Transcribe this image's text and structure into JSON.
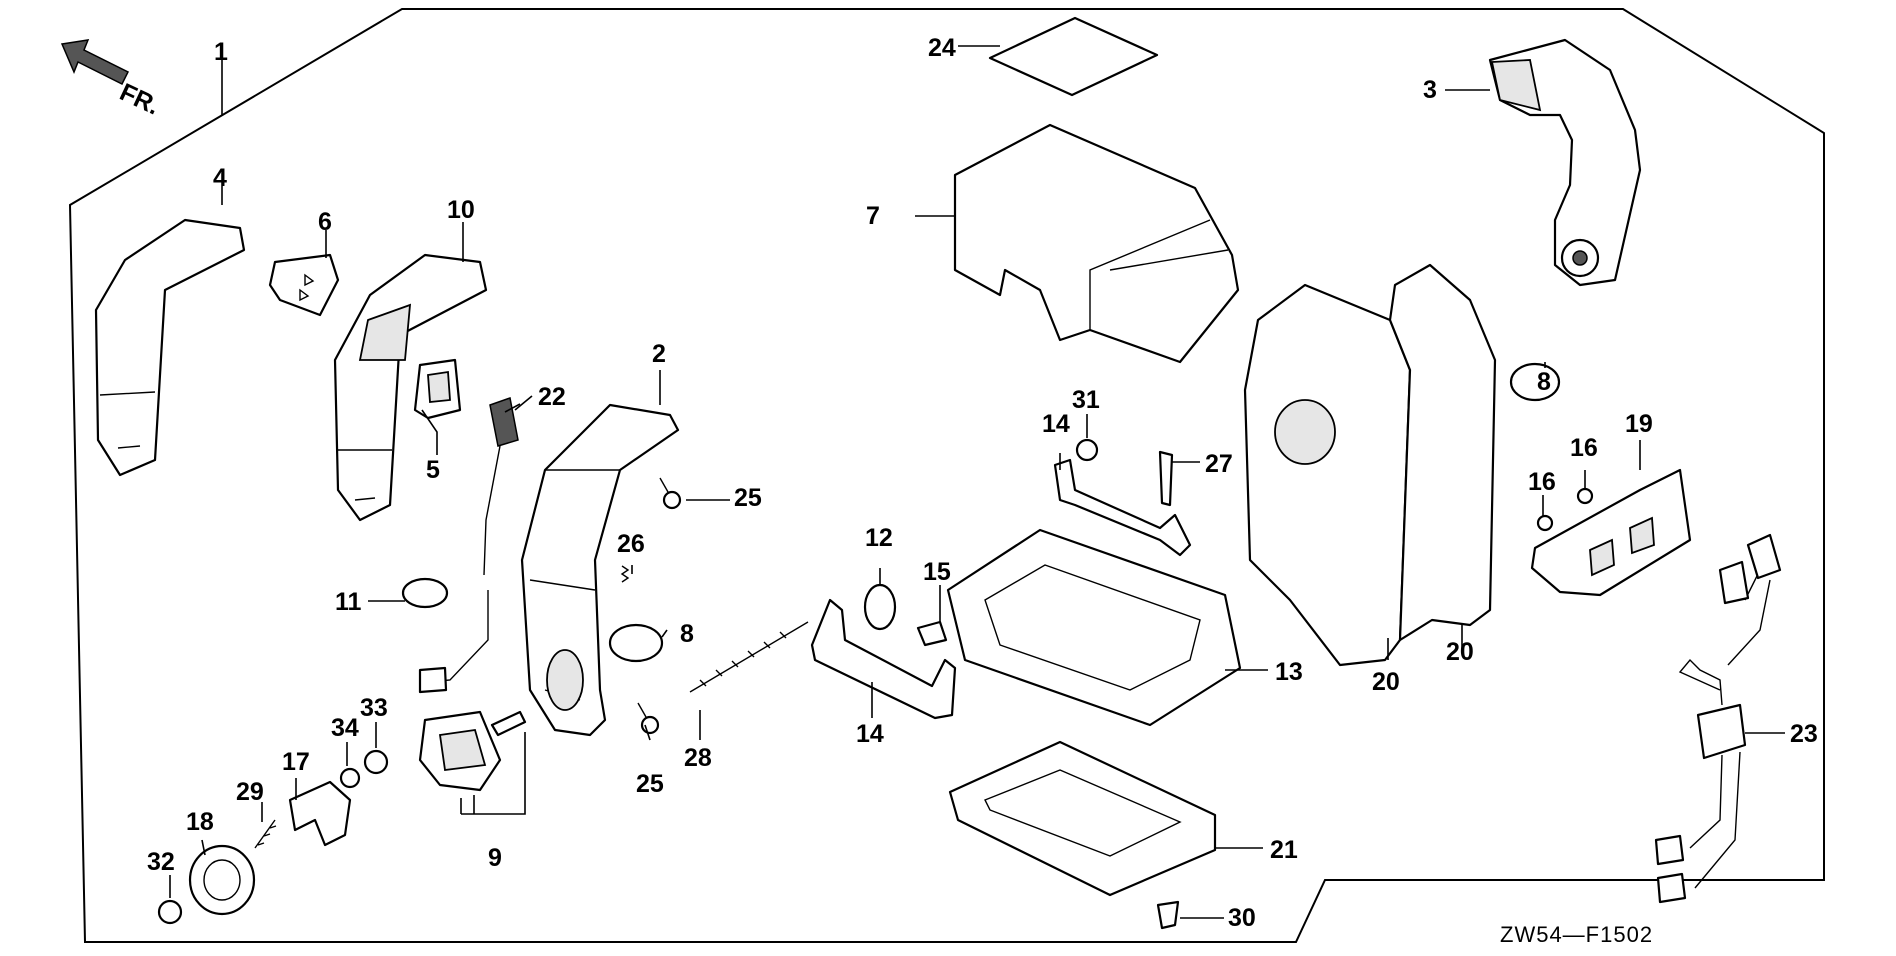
{
  "diagram": {
    "drawing_code": "ZW54—F1502",
    "direction_label": "FR.",
    "parts": [
      {
        "key": "p1",
        "label": "1"
      },
      {
        "key": "p2",
        "label": "2"
      },
      {
        "key": "p3",
        "label": "3"
      },
      {
        "key": "p4",
        "label": "4"
      },
      {
        "key": "p5",
        "label": "5"
      },
      {
        "key": "p6",
        "label": "6"
      },
      {
        "key": "p7",
        "label": "7"
      },
      {
        "key": "p8a",
        "label": "8"
      },
      {
        "key": "p8b",
        "label": "8"
      },
      {
        "key": "p9",
        "label": "9"
      },
      {
        "key": "p10",
        "label": "10"
      },
      {
        "key": "p11",
        "label": "11"
      },
      {
        "key": "p12",
        "label": "12"
      },
      {
        "key": "p13",
        "label": "13"
      },
      {
        "key": "p14a",
        "label": "14"
      },
      {
        "key": "p14b",
        "label": "14"
      },
      {
        "key": "p15",
        "label": "15"
      },
      {
        "key": "p16a",
        "label": "16"
      },
      {
        "key": "p16b",
        "label": "16"
      },
      {
        "key": "p17",
        "label": "17"
      },
      {
        "key": "p18",
        "label": "18"
      },
      {
        "key": "p19",
        "label": "19"
      },
      {
        "key": "p20a",
        "label": "20"
      },
      {
        "key": "p20b",
        "label": "20"
      },
      {
        "key": "p21",
        "label": "21"
      },
      {
        "key": "p22",
        "label": "22"
      },
      {
        "key": "p23",
        "label": "23"
      },
      {
        "key": "p24",
        "label": "24"
      },
      {
        "key": "p25a",
        "label": "25"
      },
      {
        "key": "p25b",
        "label": "25"
      },
      {
        "key": "p26",
        "label": "26"
      },
      {
        "key": "p27",
        "label": "27"
      },
      {
        "key": "p28",
        "label": "28"
      },
      {
        "key": "p29",
        "label": "29"
      },
      {
        "key": "p30",
        "label": "30"
      },
      {
        "key": "p31",
        "label": "31"
      },
      {
        "key": "p32",
        "label": "32"
      },
      {
        "key": "p33",
        "label": "33"
      },
      {
        "key": "p34",
        "label": "34"
      }
    ]
  }
}
